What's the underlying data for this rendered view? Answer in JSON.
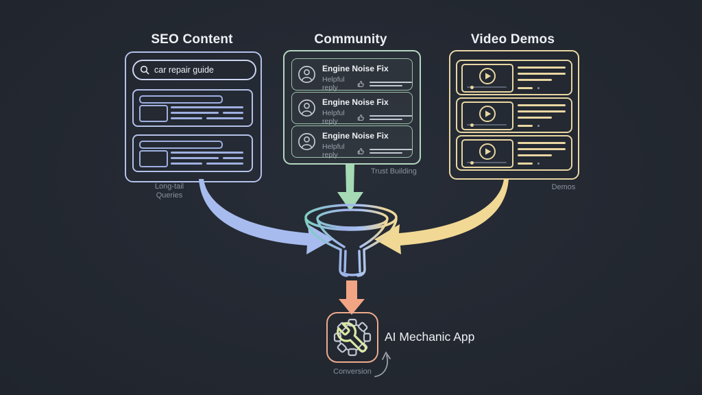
{
  "titles": {
    "seo": "SEO Content",
    "community": "Community",
    "video": "Video Demos"
  },
  "seo_panel": {
    "search_value": "car repair guide",
    "caption_line1": "Long-tail",
    "caption_line2": "Queries"
  },
  "community_panel": {
    "cards": [
      {
        "title": "Engine Noise Fix",
        "reply": "Helpful reply"
      },
      {
        "title": "Engine Noise Fix",
        "reply": "Helpful reply"
      },
      {
        "title": "Engine Noise Fix",
        "reply": "Helpful reply"
      }
    ],
    "caption": "Trust Building"
  },
  "video_panel": {
    "caption": "Demos"
  },
  "app": {
    "label": "AI Mechanic App",
    "caption": "Conversion"
  },
  "colors": {
    "background": "#232831",
    "seo_accent": "#b4c1e9",
    "community_accent": "#b5d7c1",
    "video_accent": "#e9d7a2",
    "seo_arrow": "#a7bbee",
    "community_arrow": "#a5dab4",
    "video_arrow": "#f1d894",
    "conversion_arrow": "#f2a584",
    "app_border": "#edab8d",
    "wrench": "#dce8a4",
    "funnel_teal": "#7ed0c2",
    "funnel_blue": "#a9c2ef",
    "funnel_yellow": "#f2da9a",
    "muted_text": "#8b929c",
    "primary_text": "#edf0f4"
  }
}
